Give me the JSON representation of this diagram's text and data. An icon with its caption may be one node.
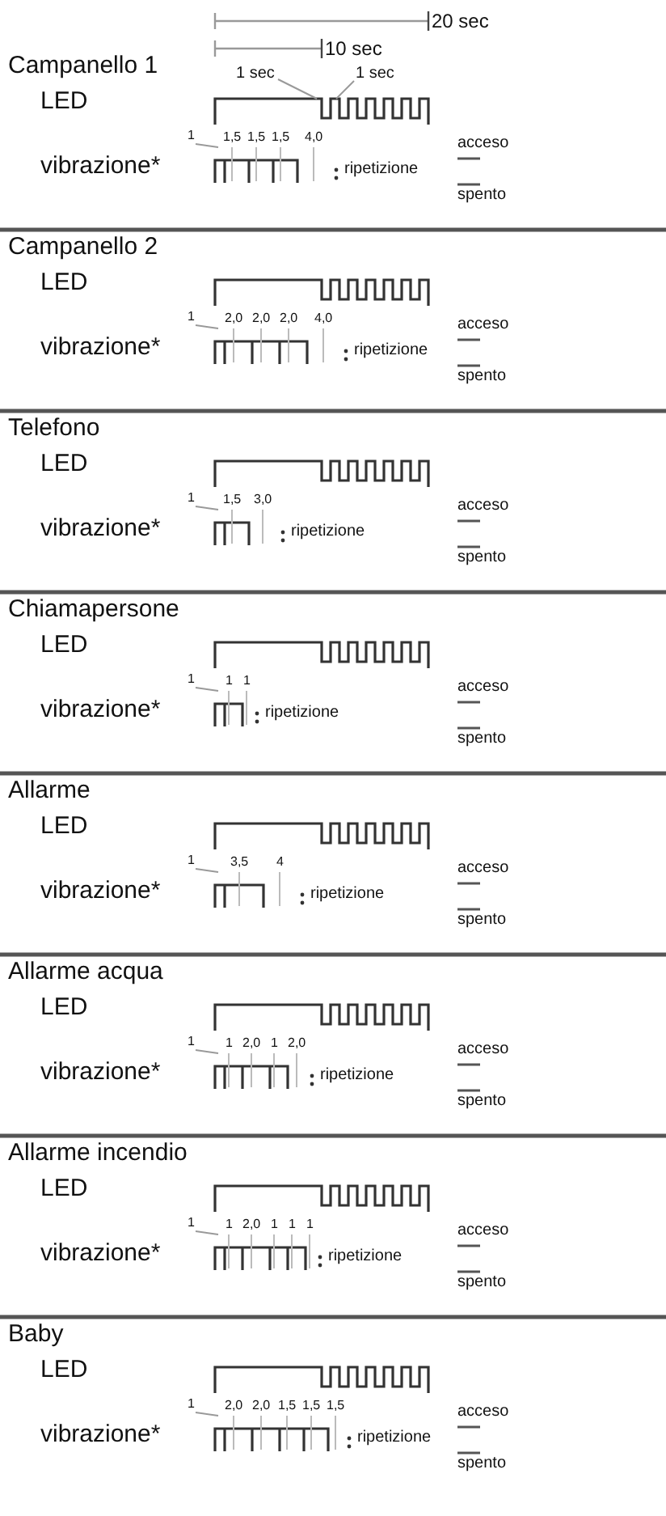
{
  "diagram": {
    "nodes": [
      {
        "text": [
          "1 sec"
        ]
      },
      {
        "text": [
          "1 sec"
        ]
      },
      {
        "text": [],
        "shape": "picture"
      },
      {
        "text": [
          "1"
        ]
      },
      {
        "text": [],
        "shape": "picture",
        "beside": [
          "1,5",
          "1,5",
          "1,5",
          "4,0"
        ]
      },
      {
        "text": [
          "1"
        ]
      },
      {
        "text": [],
        "shape": "picture",
        "beside": [
          "2,0",
          "2,0",
          "2,0",
          "4,0"
        ]
      },
      {
        "text": [
          "1"
        ]
      },
      {
        "text": [],
        "shape": "picture",
        "beside": [
          "1,5",
          "3,0"
        ]
      },
      {
        "text": [
          "1"
        ]
      },
      {
        "text": [],
        "shape": "picture",
        "beside": [
          "1",
          "1"
        ]
      },
      {
        "text": [
          "1"
        ]
      },
      {
        "text": [],
        "shape": "picture",
        "beside": [
          "3,5",
          "4"
        ]
      },
      {
        "text": [
          "1"
        ]
      },
      {
        "text": [],
        "shape": "picture",
        "beside": [
          "1",
          "2,0",
          "1",
          "2,0"
        ]
      },
      {
        "text": [
          "1"
        ]
      },
      {
        "text": [],
        "shape": "picture",
        "beside": [
          "1",
          "2,0",
          "1",
          "1",
          "1"
        ]
      },
      {
        "text": [
          "1"
        ]
      },
      {
        "text": [],
        "shape": "picture",
        "beside": [
          "2,0",
          "2,0",
          "1,5",
          "1,5",
          "1,5"
        ]
      }
    ],
    "edges": [
      {
        "from": 0,
        "to": 2,
        "arrow": "none"
      },
      {
        "from": 1,
        "to": 2,
        "arrow": "none"
      },
      {
        "from": 3,
        "to": 4,
        "arrow": "none"
      },
      {
        "from": 5,
        "to": 6,
        "arrow": "none"
      },
      {
        "from": 7,
        "to": 8,
        "arrow": "none"
      },
      {
        "from": 9,
        "to": 10,
        "arrow": "none"
      },
      {
        "from": 11,
        "to": 12,
        "arrow": "none"
      },
      {
        "from": 13,
        "to": 14,
        "arrow": "none"
      },
      {
        "from": 15,
        "to": 16,
        "arrow": "none"
      },
      {
        "from": 17,
        "to": 18,
        "arrow": "none"
      }
    ],
    "labels": [
      "20 sec",
      "10 sec",
      "Campanello 1",
      "LED",
      "vibrazione*",
      "ripetizione",
      "acceso",
      "spento",
      "Campanello 2",
      "LED",
      "vibrazione*",
      "ripetizione",
      "acceso",
      "spento",
      "Telefono",
      "LED",
      "vibrazione*",
      "ripetizione",
      "acceso",
      "spento",
      "Chiamapersone",
      "LED",
      "vibrazione*",
      "ripetizione",
      "acceso",
      "spento",
      "Allarme",
      "LED",
      "vibrazione*",
      "ripetizione",
      "acceso",
      "spento",
      "Allarme acqua",
      "LED",
      "vibrazione*",
      "ripetizione",
      "acceso",
      "spento",
      "Allarme incendio",
      "LED",
      "vibrazione*",
      "ripetizione",
      "acceso",
      "spento",
      "Baby",
      "LED",
      "vibrazione*",
      "ripetizione",
      "acceso",
      "spento"
    ]
  }
}
